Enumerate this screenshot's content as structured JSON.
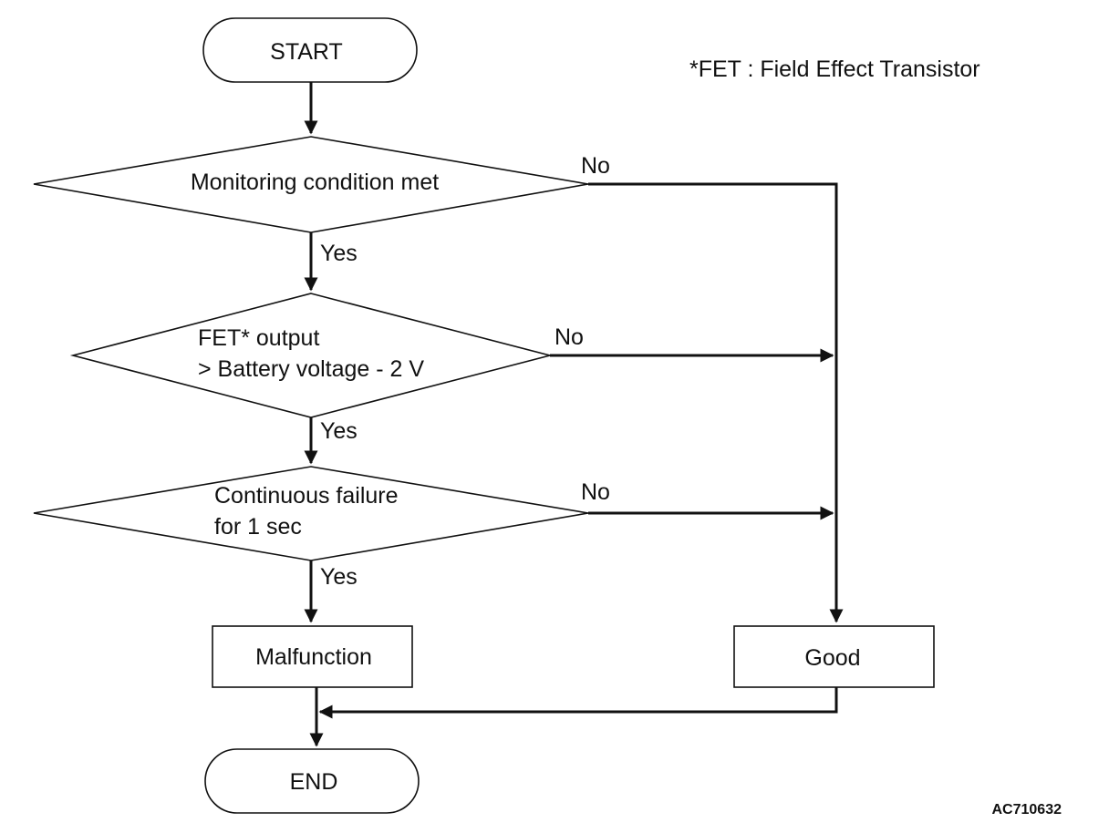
{
  "footnote": "*FET : Field Effect Transistor",
  "figure_code": "AC710632",
  "nodes": {
    "start": "START",
    "decision1": "Monitoring condition met",
    "decision2": [
      "FET* output",
      "> Battery voltage - 2 V"
    ],
    "decision3": [
      "Continuous failure",
      "for 1 sec"
    ],
    "malfunction": "Malfunction",
    "good": "Good",
    "end": "END"
  },
  "edge_labels": {
    "d1_yes": "Yes",
    "d1_no": "No",
    "d2_yes": "Yes",
    "d2_no": "No",
    "d3_yes": "Yes",
    "d3_no": "No"
  }
}
